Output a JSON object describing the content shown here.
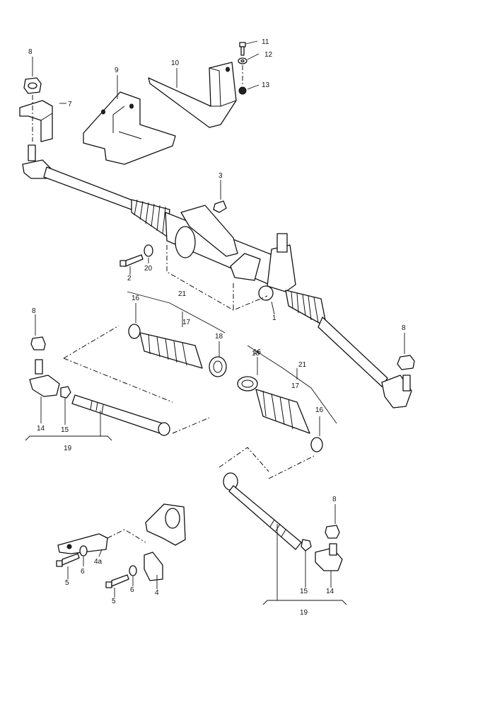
{
  "callouts": {
    "c1": "1",
    "c2": "2",
    "c3": "3",
    "c4": "4",
    "c4a": "4a",
    "c5a": "5",
    "c5b": "5",
    "c6a": "6",
    "c6b": "6",
    "c7": "7",
    "c8a": "8",
    "c8b": "8",
    "c8c": "8",
    "c8d": "8",
    "c9": "9",
    "c10": "10",
    "c11": "11",
    "c12": "12",
    "c13": "13",
    "c14a": "14",
    "c14b": "14",
    "c15a": "15",
    "c15b": "15",
    "c16a": "16",
    "c16b": "16",
    "c16c": "16",
    "c17a": "17",
    "c17b": "17",
    "c18a": "18",
    "c18b": "18",
    "c19a": "19",
    "c19b": "19",
    "c20": "20",
    "c21a": "21",
    "c21b": "21"
  }
}
